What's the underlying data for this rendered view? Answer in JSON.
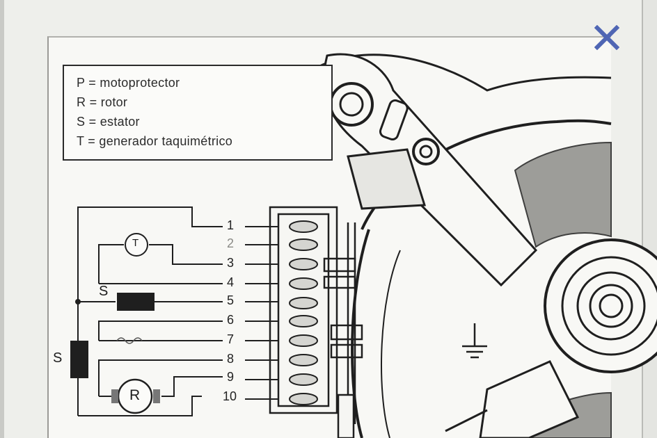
{
  "legend": {
    "lines": [
      "P = motoprotector",
      "R = rotor",
      "S = estator",
      "T = generador taquimétrico"
    ]
  },
  "terminals": [
    "1",
    "2",
    "3",
    "4",
    "5",
    "6",
    "7",
    "8",
    "9",
    "10"
  ],
  "symbols": {
    "tachometer": "T",
    "rotor": "R",
    "stator_top": "S",
    "stator_side": "S"
  },
  "icons": [
    "close-icon",
    "ground-icon"
  ],
  "colors": {
    "close": "#4f66b4",
    "ink": "#1f1f1f",
    "paper": "#f8f8f5",
    "shading": "#8e8e8a"
  }
}
